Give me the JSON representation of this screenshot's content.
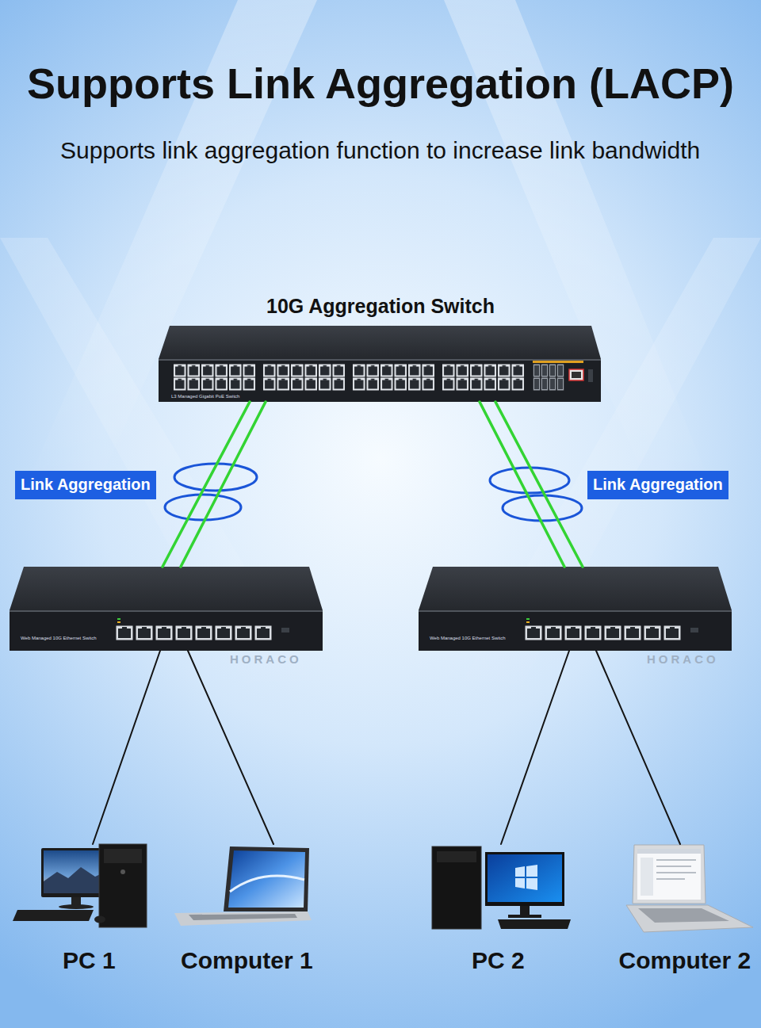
{
  "diagram": {
    "title": "Supports Link Aggregation (LACP)",
    "caption": "Supports link aggregation function to increase link bandwidth",
    "nodes": [
      {
        "text": [
          "10G Aggregation Switch",
          "L3 Managed Gigabit PoE Switch"
        ]
      },
      {
        "text": [
          "Link Aggregation"
        ]
      },
      {
        "text": [
          "Link Aggregation"
        ]
      },
      {
        "text": [
          "Web Managed 10G Ethernet Switch"
        ]
      },
      {
        "text": [
          "Web Managed 10G Ethernet Switch"
        ]
      },
      {
        "text": [
          "PC 1"
        ]
      },
      {
        "text": [
          "Computer 1"
        ]
      },
      {
        "text": [
          "PC 2"
        ]
      },
      {
        "text": [
          "Computer 2"
        ]
      }
    ],
    "edges": [
      {
        "from": 0,
        "to": 3,
        "arrow": "none"
      },
      {
        "from": 0,
        "to": 3,
        "arrow": "none"
      },
      {
        "from": 0,
        "to": 4,
        "arrow": "none"
      },
      {
        "from": 0,
        "to": 4,
        "arrow": "none"
      },
      {
        "from": 3,
        "to": 5,
        "arrow": "none"
      },
      {
        "from": 3,
        "to": 6,
        "arrow": "none"
      },
      {
        "from": 4,
        "to": 7,
        "arrow": "none"
      },
      {
        "from": 4,
        "to": 8,
        "arrow": "none"
      }
    ],
    "labels": [
      "HORACO",
      "HORACO"
    ]
  }
}
